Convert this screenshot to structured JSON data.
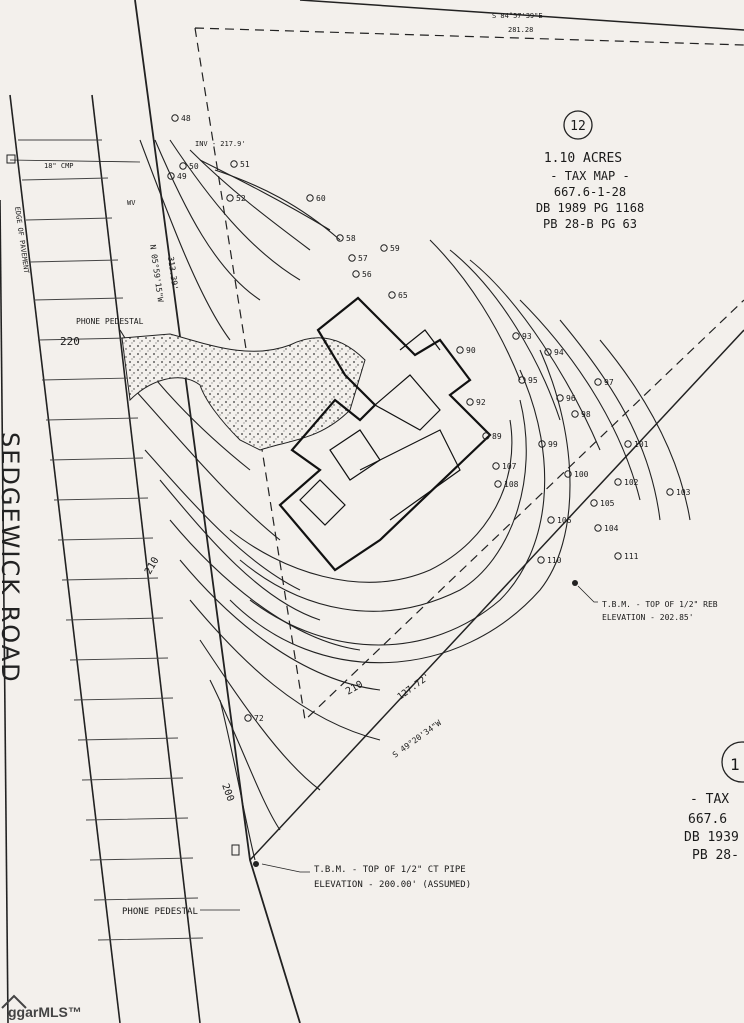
{
  "header_bearing": {
    "bearing": "S 84°57'39\"E",
    "distance": "281.28"
  },
  "lot_12": {
    "number": "12",
    "acres": "1.10 ACRES",
    "tax_map_label": "- TAX MAP -",
    "tax_map_number": "667.6-1-28",
    "deed_book": "DB 1989 PG 1168",
    "plat_book": "PB 28-B PG 63"
  },
  "lot_right": {
    "number": "1",
    "tax_label": "- TAX",
    "tax_map_number": "667.6",
    "deed_book": "DB 1939",
    "plat_book": "PB 28-"
  },
  "road": {
    "name": "SEDGEWICK ROAD",
    "edge_label": "EDGE OF PAVEMENT"
  },
  "labels": {
    "cmp": "18\" CMP",
    "inv": "INV - 217.9'",
    "wv": "WV",
    "phone_pedestal_top": "PHONE PEDESTAL",
    "phone_pedestal_bottom": "PHONE PEDESTAL",
    "west_line_bearing": "N 05°59'15\"W",
    "west_line_distance": "313.39'",
    "south_line_distance": "127.72'",
    "south_line_bearing": "S 49°20'34\"W"
  },
  "contours": {
    "c220": "220",
    "c210_west": "210",
    "c210_south": "210",
    "c200": "200"
  },
  "tbm_right": {
    "line1": "T.B.M. - TOP OF 1/2\" REB",
    "line2": "ELEVATION - 202.85'"
  },
  "tbm_bottom": {
    "line1": "T.B.M. - TOP OF 1/2\" CT PIPE",
    "line2": "ELEVATION - 200.00' (ASSUMED)"
  },
  "trees": [
    "48",
    "49",
    "50",
    "51",
    "52",
    "60",
    "58",
    "57",
    "56",
    "59",
    "65",
    "93",
    "94",
    "95",
    "96",
    "97",
    "98",
    "90",
    "92",
    "99",
    "101",
    "102",
    "89",
    "107",
    "108",
    "100",
    "105",
    "103",
    "104",
    "106",
    "111",
    "110",
    "72"
  ],
  "watermark": "ggarMLS™"
}
